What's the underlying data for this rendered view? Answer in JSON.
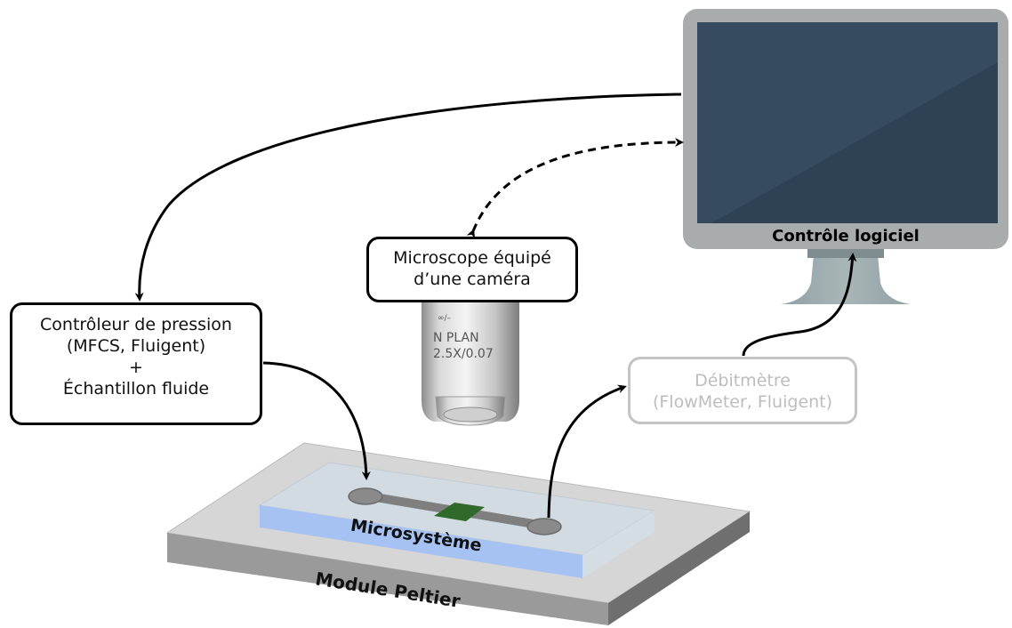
{
  "monitor": {
    "label": "Contrôle logiciel"
  },
  "microscope_box": {
    "lines": [
      "Microscope équipé",
      "d’une caméra"
    ]
  },
  "objective": {
    "marking_1": "∞/–",
    "marking_2": "N PLAN",
    "marking_3": "2.5X/0.07"
  },
  "pressure_box": {
    "lines": [
      "Contrôleur de pression",
      "(MFCS, Fluigent)",
      "+",
      "Échantillon fluide"
    ]
  },
  "flowmeter_box": {
    "lines": [
      "Débitmètre",
      "(FlowMeter, Fluigent)"
    ]
  },
  "microsystem": {
    "label": "Microsystème"
  },
  "peltier": {
    "label": "Module Peltier"
  },
  "colors": {
    "monitor_frame": "#a9acad",
    "monitor_screen": "#364b5f",
    "chip_glass": "#d6dde3",
    "chip_edge": "#a9c4f2",
    "peltier_top": "#d8d8d8",
    "channel": "#8a8a8a",
    "sensor": "#2f6a2a",
    "faded_box": "#c4c4c4"
  }
}
